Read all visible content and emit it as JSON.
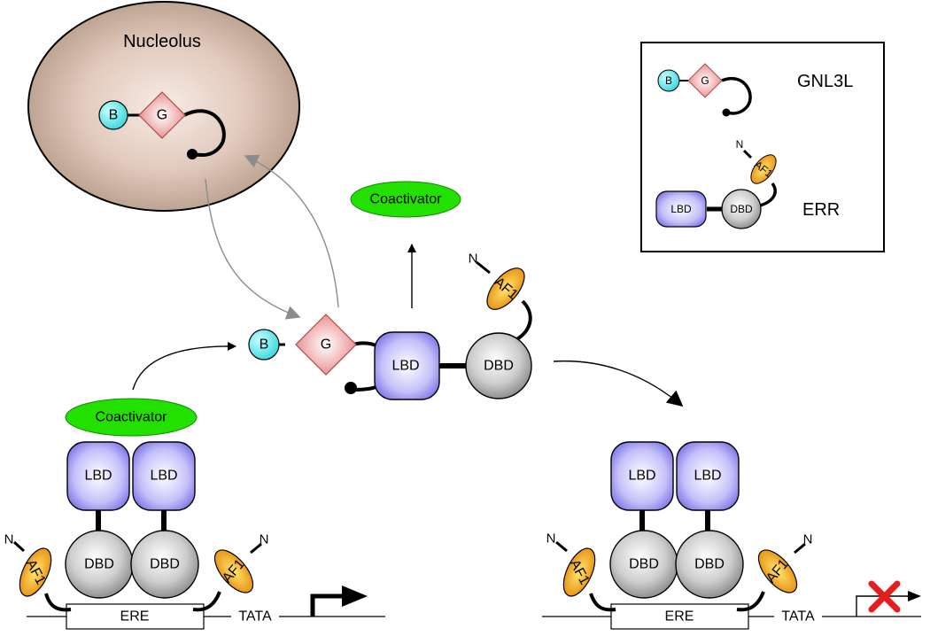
{
  "labels": {
    "nucleolus": "Nucleolus",
    "coactivator": "Coactivator",
    "b": "B",
    "g": "G",
    "lbd": "LBD",
    "dbd": "DBD",
    "af1": "AF1",
    "n": "N",
    "ere": "ERE",
    "tata": "TATA"
  },
  "legend": {
    "gnl3l": "GNL3L",
    "err": "ERR"
  },
  "colors": {
    "b_domain": "#5ff0f0",
    "g_domain": "#f0a8a8",
    "lbd": "#9a94f0",
    "dbd": "#a6a6a6",
    "af1": "#f0b21e",
    "coactivator": "#22e000",
    "nucleolus": "#c9a890",
    "inhibit_mark": "#e41e1e"
  }
}
